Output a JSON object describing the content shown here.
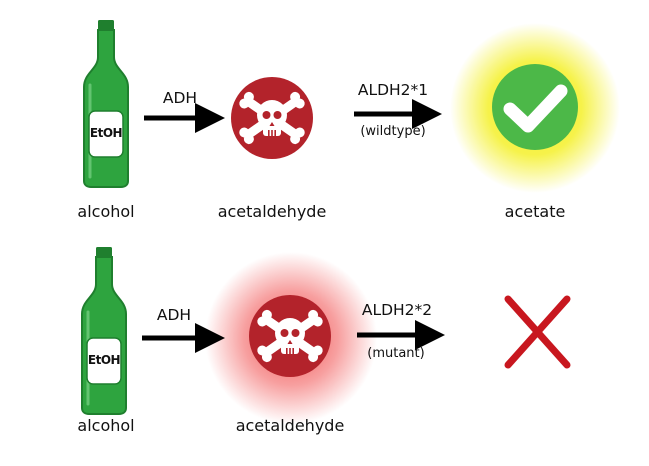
{
  "rows": [
    {
      "substrate": {
        "label": "alcohol",
        "bottle_text": "EtOH"
      },
      "enzyme1": "ADH",
      "intermediate": {
        "label": "acetaldehyde",
        "icon": "skull-crossbones-icon"
      },
      "enzyme2": {
        "name": "ALDH2*1",
        "variant": "(wildtype)"
      },
      "product": {
        "label": "acetate",
        "icon": "check-icon"
      }
    },
    {
      "substrate": {
        "label": "alcohol",
        "bottle_text": "EtOH"
      },
      "enzyme1": "ADH",
      "intermediate": {
        "label": "acetaldehyde",
        "icon": "skull-crossbones-icon"
      },
      "enzyme2": {
        "name": "ALDH2*2",
        "variant": "(mutant)"
      },
      "product": {
        "label": "",
        "icon": "cross-icon"
      }
    }
  ],
  "colors": {
    "bottle": "#2ea43f",
    "poison": "#b3232b",
    "check_circle": "#4cb848",
    "glow_yellow": "#f4f02a",
    "glow_red": "#f03a3a",
    "cross": "#c8171f",
    "arrow": "#000000"
  }
}
